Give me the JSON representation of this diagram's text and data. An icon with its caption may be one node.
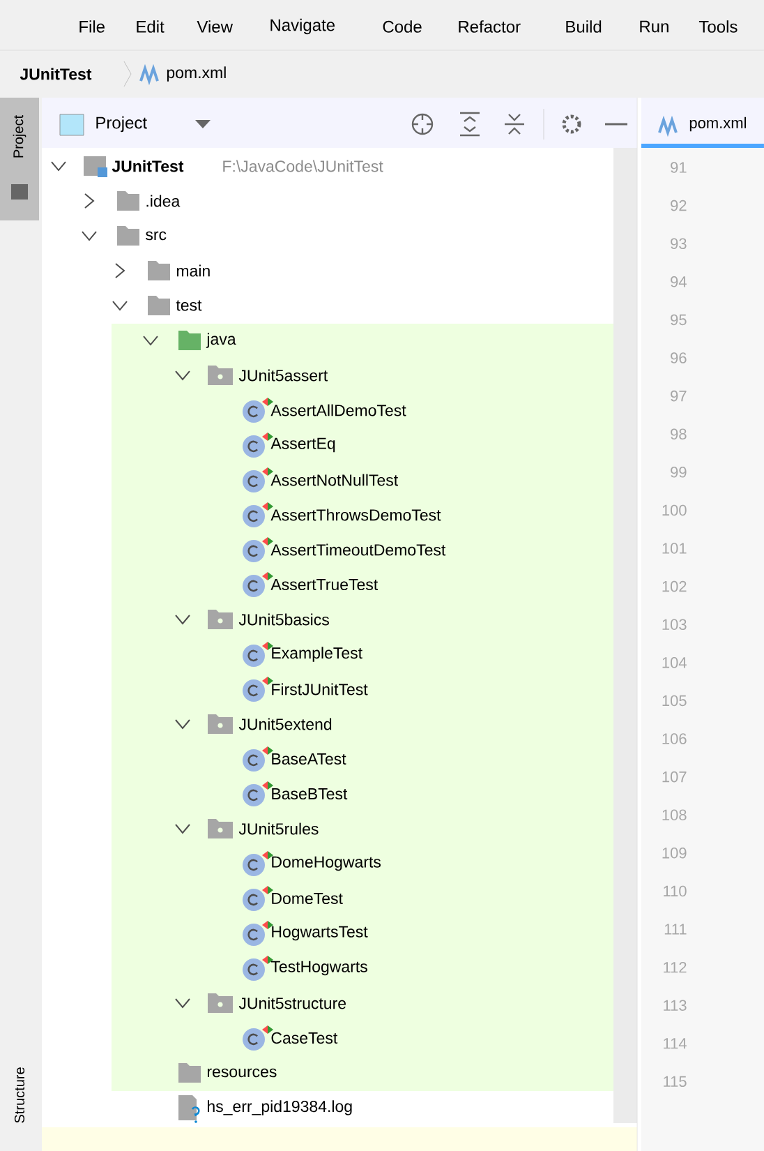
{
  "diagram": {
    "labels": [
      "File",
      "Edit",
      "View",
      "Navigate",
      "Code",
      "Refactor",
      "Build",
      "Run",
      "Tools",
      "JUnitTest",
      "pom.xml",
      "Project",
      "Project",
      "pom.xml",
      "JUnitTest",
      "F:\\JavaCode\\JUnitTest",
      ".idea",
      "src",
      "main",
      "test",
      "java",
      "JUnit5assert",
      "AssertAllDemoTest",
      "AssertEq",
      "AssertNotNullTest",
      "AssertThrowsDemoTest",
      "AssertTimeoutDemoTest",
      "AssertTrueTest",
      "JUnit5basics",
      "ExampleTest",
      "FirstJUnitTest",
      "JUnit5extend",
      "BaseATest",
      "BaseBTest",
      "JUnit5rules",
      "DomeHogwarts",
      "DomeTest",
      "HogwartsTest",
      "TestHogwarts",
      "JUnit5structure",
      "CaseTest",
      "resources",
      "hs_err_pid19384.log",
      "Structure",
      "91",
      "92",
      "93",
      "94",
      "95",
      "96",
      "97",
      "98",
      "99",
      "100",
      "101",
      "102",
      "103",
      "104",
      "105",
      "106",
      "107",
      "108",
      "109",
      "110",
      "111",
      "112",
      "113",
      "114",
      "115"
    ]
  }
}
